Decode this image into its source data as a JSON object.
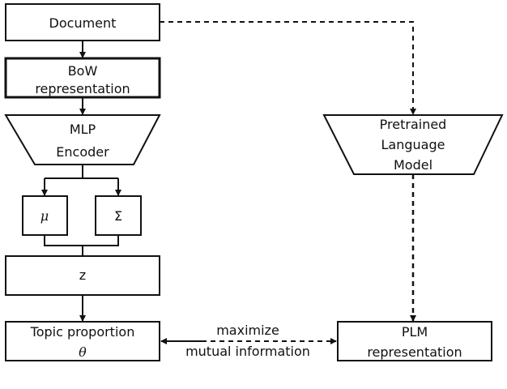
{
  "nodes": {
    "document": "Document",
    "bow": [
      "BoW",
      "representation"
    ],
    "encoder": [
      "MLP",
      "Encoder"
    ],
    "mu": "μ",
    "sigma": "Σ",
    "z": "z",
    "topic": [
      "Topic proportion",
      "θ"
    ],
    "plm": [
      "Pretrained",
      "Language",
      "Model"
    ],
    "plm_rep": [
      "PLM",
      "representation"
    ]
  },
  "edge_label": [
    "maximize",
    "mutual information"
  ]
}
